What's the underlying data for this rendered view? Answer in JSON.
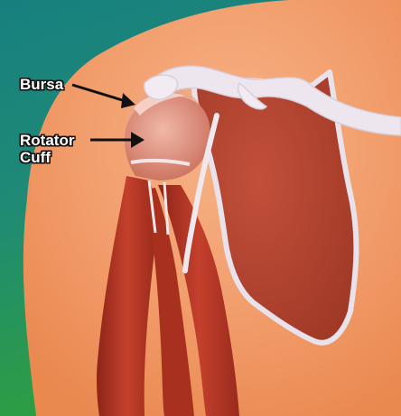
{
  "labels": {
    "bursa": "Bursa",
    "rotator_cuff_line1": "Rotator",
    "rotator_cuff_line2": "Cuff"
  },
  "colors": {
    "background_teal": "#1f8a86",
    "background_green": "#2aa04a",
    "skin": "#f2a070",
    "muscle_red": "#b83a2a",
    "bone_white": "#efe8ef",
    "arrow_black": "#111111"
  }
}
